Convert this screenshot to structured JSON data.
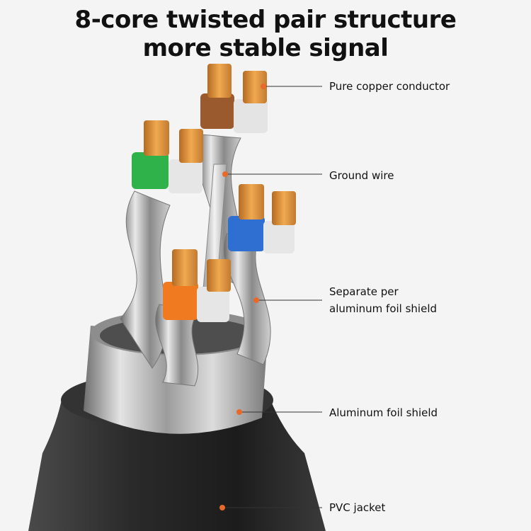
{
  "title": {
    "line1": "8-core twisted pair structure",
    "line2": "more stable signal"
  },
  "callouts": [
    {
      "label": "Pure copper conductor"
    },
    {
      "label": "Ground wire"
    },
    {
      "label": "Separate per",
      "label2": "aluminum foil shield"
    },
    {
      "label": "Aluminum foil shield"
    },
    {
      "label": "PVC jacket"
    }
  ],
  "colors": {
    "accent_dot": "#e8692a",
    "copper": "#d98a3a",
    "brown": "#9a5a2e",
    "green": "#2fb24a",
    "blue": "#2f6fd1",
    "orange": "#ef7a1f",
    "white_insulation": "#e6e6e6",
    "jacket": "#2a2a2a",
    "foil": "#b8b8b8"
  }
}
